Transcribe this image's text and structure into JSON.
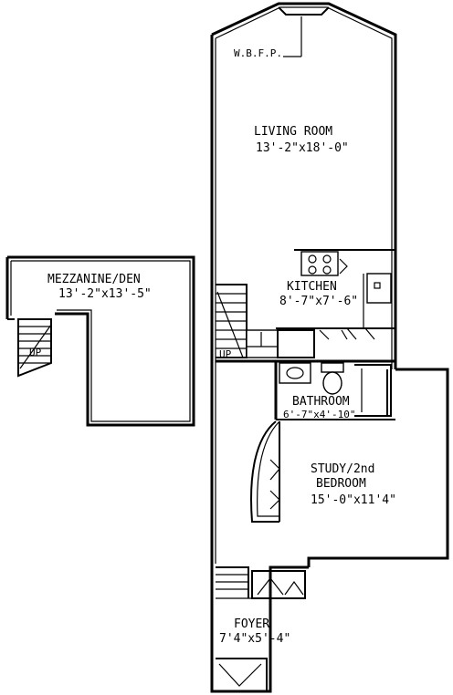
{
  "rooms": {
    "living": {
      "name": "LIVING ROOM",
      "dims": "13'-2\"x18'-0\""
    },
    "kitchen": {
      "name": "KITCHEN",
      "dims": "8'-7\"x7'-6\""
    },
    "mezzanine": {
      "name": "MEZZANINE/DEN",
      "dims": "13'-2\"x13'-5\""
    },
    "bathroom": {
      "name": "BATHROOM",
      "dims": "6'-7\"x4'-10\""
    },
    "study": {
      "name_line1": "STUDY/2nd",
      "name_line2": "BEDROOM",
      "dims": "15'-0\"x11'4\""
    },
    "foyer": {
      "name": "FOYER",
      "dims": "7'4\"x5'-4\""
    }
  },
  "annotations": {
    "fireplace": "W.B.F.P.",
    "stair_up": "UP"
  }
}
